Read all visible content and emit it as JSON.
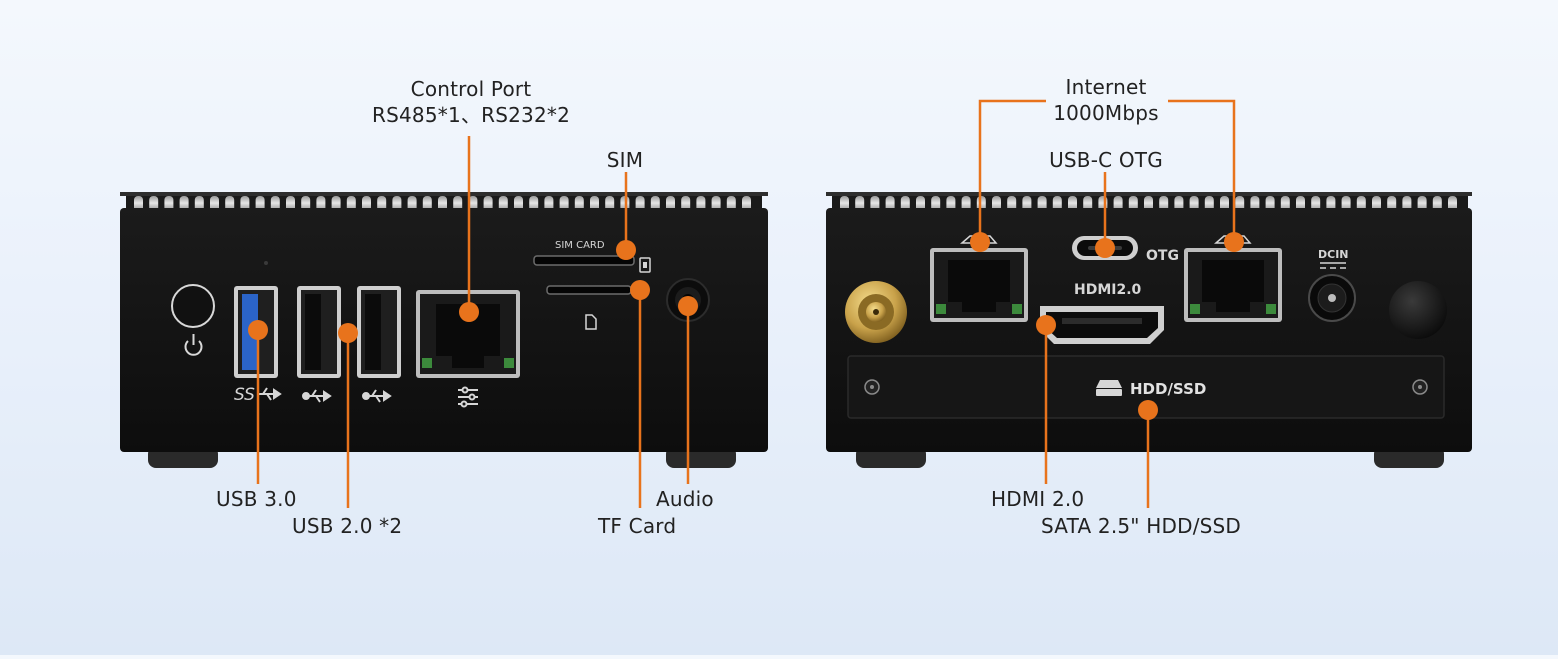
{
  "colors": {
    "accent": "#e8731c",
    "device_body": "#131313",
    "background_top": "#f4f8fd",
    "background_bottom": "#dde8f6",
    "usb3_blue": "#2b64c8",
    "antenna_gold": "#c9a24a"
  },
  "icons": [
    "power-icon",
    "superspeed-usb-icon",
    "usb-icon",
    "network-port-icon",
    "sd-card-icon",
    "hdd-icon"
  ],
  "front_panel": {
    "callouts": {
      "control_port_line1": "Control Port",
      "control_port_line2": "RS485*1、RS232*2",
      "sim": "SIM",
      "usb3": "USB 3.0",
      "usb2": "USB 2.0 *2",
      "audio": "Audio",
      "tf_card": "TF Card"
    },
    "printed_text": {
      "sim_card": "SIM CARD",
      "ss": "SS"
    }
  },
  "rear_panel": {
    "callouts": {
      "internet_line1": "Internet",
      "internet_line2": "1000Mbps",
      "usb_c": "USB-C OTG",
      "hdmi": "HDMI 2.0",
      "sata": "SATA 2.5\" HDD/SSD"
    },
    "printed_text": {
      "otg": "OTG",
      "hdmi": "HDMI2.0",
      "dcin": "DCIN",
      "hdd_ssd": "HDD/SSD"
    }
  }
}
